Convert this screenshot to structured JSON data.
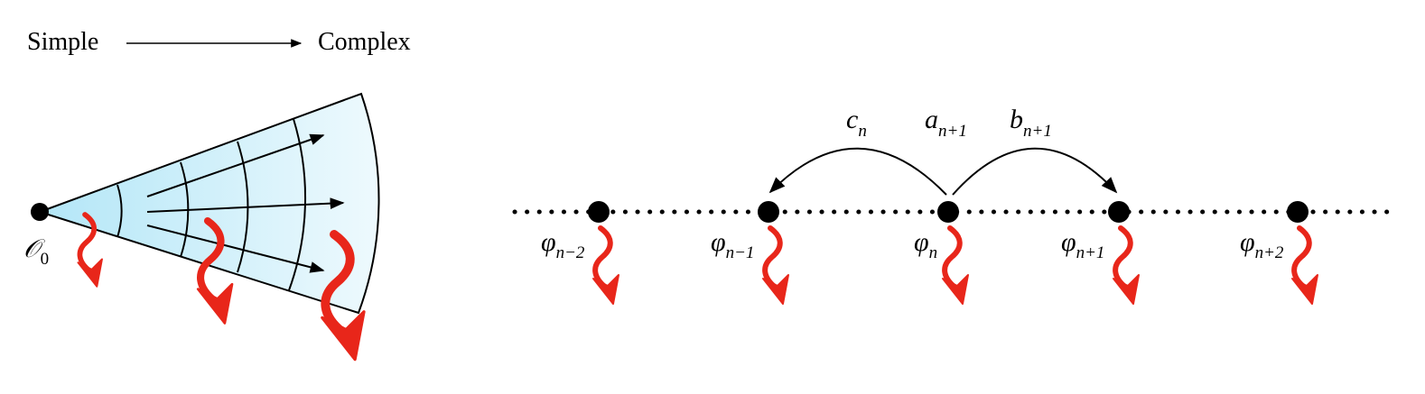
{
  "header": {
    "left_label": "Simple",
    "right_label": "Complex"
  },
  "cone": {
    "origin_label": "𝒪",
    "origin_subscript": "0",
    "gradient_start": "#b3e6f7",
    "gradient_end": "#f2fbfe"
  },
  "chain": {
    "nodes": [
      {
        "symbol": "φ",
        "subscript": "n−2"
      },
      {
        "symbol": "φ",
        "subscript": "n−1"
      },
      {
        "symbol": "φ",
        "subscript": "n"
      },
      {
        "symbol": "φ",
        "subscript": "n+1"
      },
      {
        "symbol": "φ",
        "subscript": "n+2"
      }
    ],
    "hops": {
      "left_arc": {
        "symbol": "c",
        "subscript": "n"
      },
      "center": {
        "symbol": "a",
        "subscript": "n+1"
      },
      "right_arc": {
        "symbol": "b",
        "subscript": "n+1"
      }
    }
  },
  "colors": {
    "leak_arrow": "#e8261a",
    "ink": "#000000"
  }
}
